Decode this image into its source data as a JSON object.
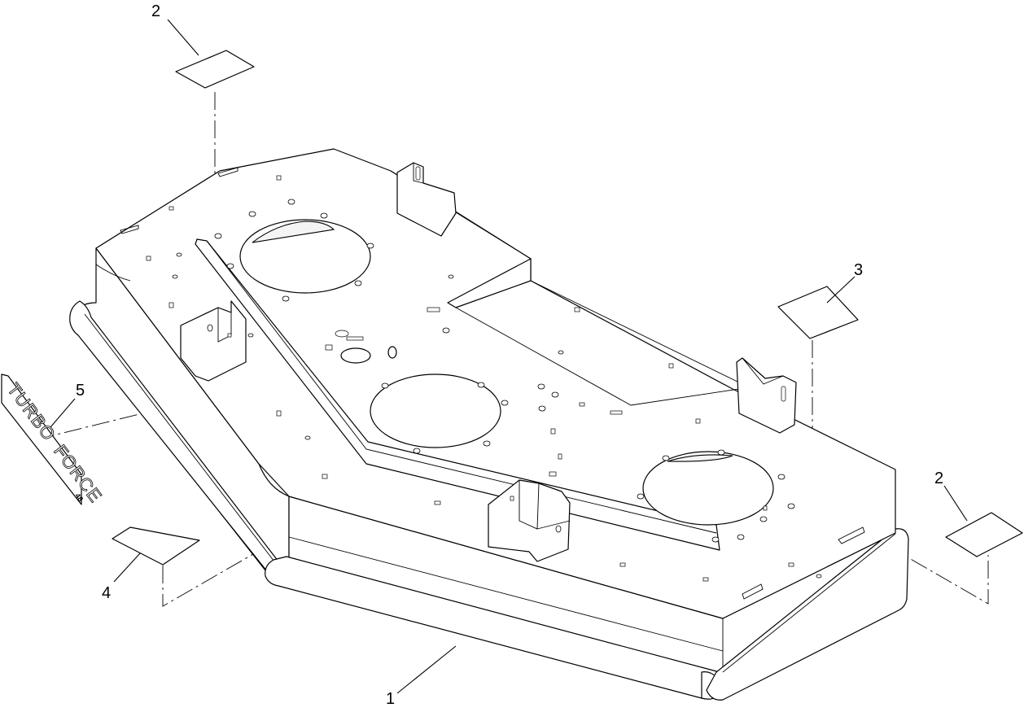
{
  "callouts": {
    "deck": "1",
    "decal_top_left": "2",
    "decal_right_back": "3",
    "decal_front_left": "4",
    "decal_side": "5",
    "decal_right_front": "2"
  },
  "side_decal": {
    "line1": "TURBO",
    "line2": "FORCE",
    "size": "48"
  }
}
